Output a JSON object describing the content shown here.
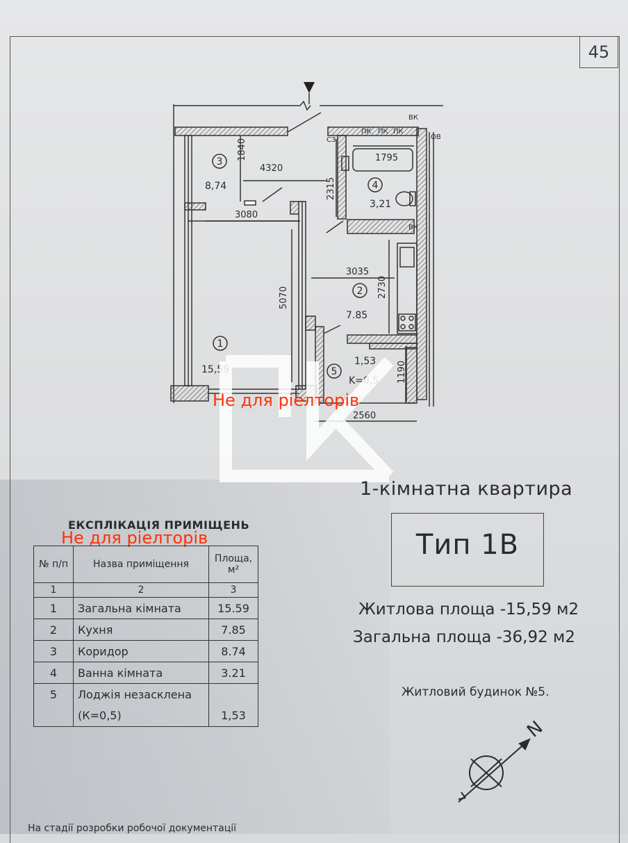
{
  "page_number": "45",
  "plan": {
    "rooms": [
      {
        "no": "1",
        "area": "15,59"
      },
      {
        "no": "2",
        "area": "7.85"
      },
      {
        "no": "3",
        "area": "8,74"
      },
      {
        "no": "4",
        "area": "3,21"
      },
      {
        "no": "5",
        "area": "1,53",
        "coef": "K=0,5"
      }
    ],
    "dimensions": [
      "4320",
      "1840",
      "3080",
      "5070",
      "2315",
      "1795",
      "3035",
      "2730",
      "1190",
      "2560"
    ],
    "fixture_labels": [
      "ВК",
      "ПК",
      "ПК",
      "ПК",
      "СЗ",
      "ОВ",
      "ВК"
    ]
  },
  "watermark": {
    "text": "Не для ріелторів",
    "logo": "ДК"
  },
  "apartment_title": "1-кімнатна квартира",
  "type_label": "Тип 1В",
  "living_area": "Житлова площа -15,59 м2",
  "total_area": "Загальна площа -36,92 м2",
  "building": "Житловий будинок №5.",
  "explication": {
    "title": "ЕКСПЛІКАЦІЯ ПРИМІЩЕНЬ",
    "headers": [
      "№ п/п",
      "Назва приміщення",
      "Площа, м²"
    ],
    "col_numbers": [
      "1",
      "2",
      "3"
    ],
    "rows": [
      {
        "no": "1",
        "name": "Загальна кімната",
        "area": "15.59"
      },
      {
        "no": "2",
        "name": "Кухня",
        "area": "7.85"
      },
      {
        "no": "3",
        "name": "Коридор",
        "area": "8.74"
      },
      {
        "no": "4",
        "name": "Ванна кімната",
        "area": "3.21"
      },
      {
        "no": "5",
        "name": "Лоджія незасклена (К=0,5)",
        "area": "1,53"
      }
    ]
  },
  "bottom_note": "На стадії розробки робочої документації",
  "compass_label": "N",
  "colors": {
    "watermark": "#ff2a00",
    "ink": "#2a2b2e"
  }
}
